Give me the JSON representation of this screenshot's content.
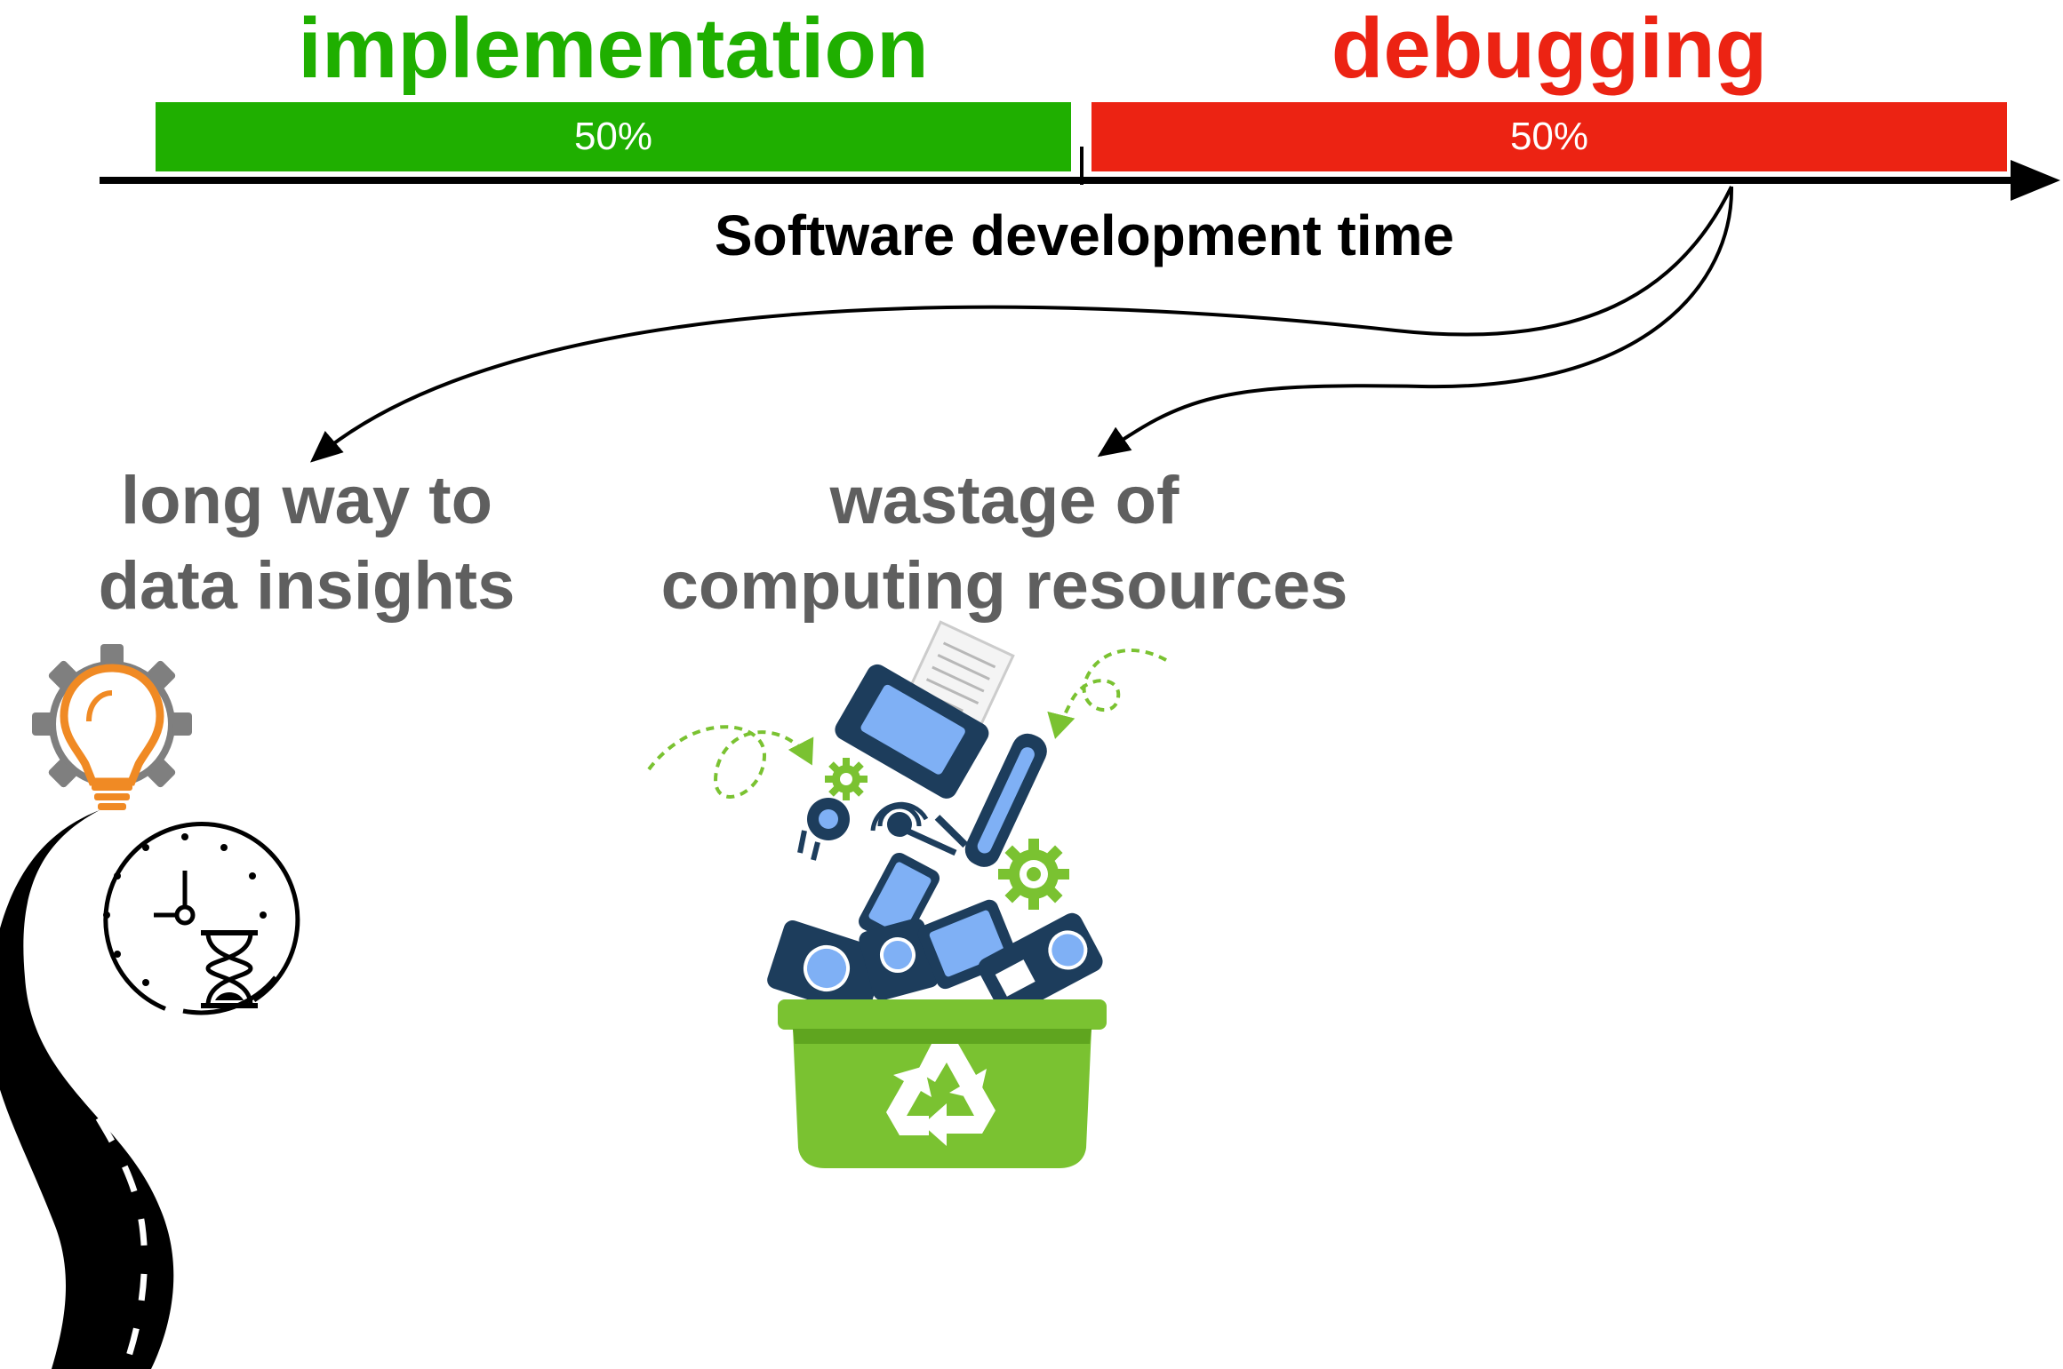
{
  "phases": [
    {
      "name": "implementation",
      "share": "50%",
      "color": "#1faf00"
    },
    {
      "name": "debugging",
      "share": "50%",
      "color": "#ec2313"
    }
  ],
  "axis": {
    "label": "Software development  time"
  },
  "effects": [
    {
      "line1": "long way to",
      "line2": "data insights",
      "icon": "road-clock-lightbulb-icon"
    },
    {
      "line1": "wastage of",
      "line2": "computing resources",
      "icon": "recycle-bin-devices-icon"
    }
  ],
  "colors": {
    "axis": "#000000",
    "effect_text": "#5f5f5f",
    "bin": "#7ac231",
    "device": "#1d3d5c",
    "screen": "#7fb0f5",
    "bulb": "#f08a24",
    "gear": "#7f7f7f"
  }
}
